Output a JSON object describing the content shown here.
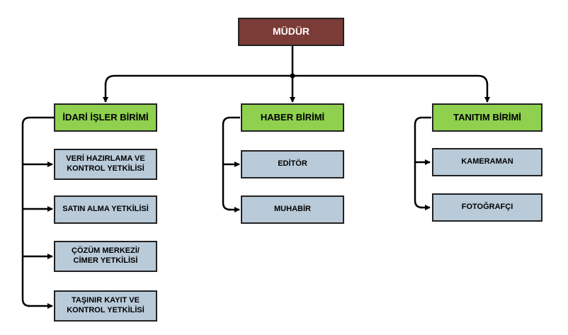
{
  "org_chart": {
    "root": "MÜDÜR",
    "units": [
      {
        "name": "İDARİ İŞLER BİRİMİ",
        "roles": [
          "VERİ HAZIRLAMA VE\nKONTROL YETKİLİSİ",
          "SATIN ALMA YETKİLİSİ",
          "ÇÖZÜM MERKEZİ/\nCİMER YETKİLİSİ",
          "TAŞINIR KAYIT VE\nKONTROL YETKİLİSİ"
        ]
      },
      {
        "name": "HABER BİRİMİ",
        "roles": [
          "EDİTÖR",
          "MUHABİR"
        ]
      },
      {
        "name": "TANITIM BİRİMİ",
        "roles": [
          "KAMERAMAN",
          "FOTOĞRAFÇI"
        ]
      }
    ]
  },
  "colors": {
    "root_fill": "#7b3b36",
    "unit_fill": "#8fd14f",
    "role_fill": "#b9cad9",
    "border": "#222222"
  }
}
